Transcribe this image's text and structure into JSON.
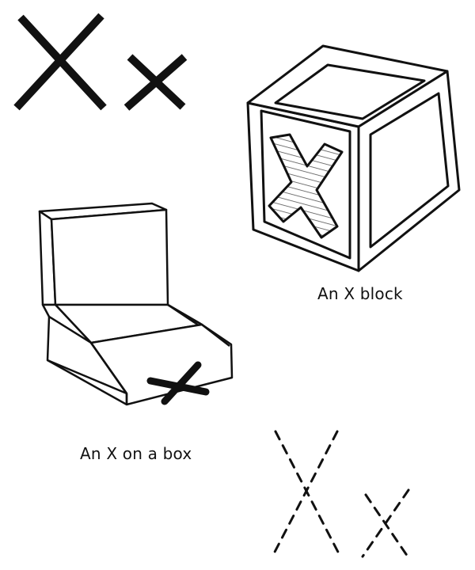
{
  "worksheet": {
    "letter_upper": "X",
    "letter_lower": "x",
    "captions": {
      "block": "An X block",
      "box": "An X on a box"
    },
    "trace_letters": {
      "upper": "X",
      "lower": "x"
    }
  },
  "colors": {
    "ink": "#111111",
    "paper": "#ffffff",
    "hatch": "#555555"
  }
}
